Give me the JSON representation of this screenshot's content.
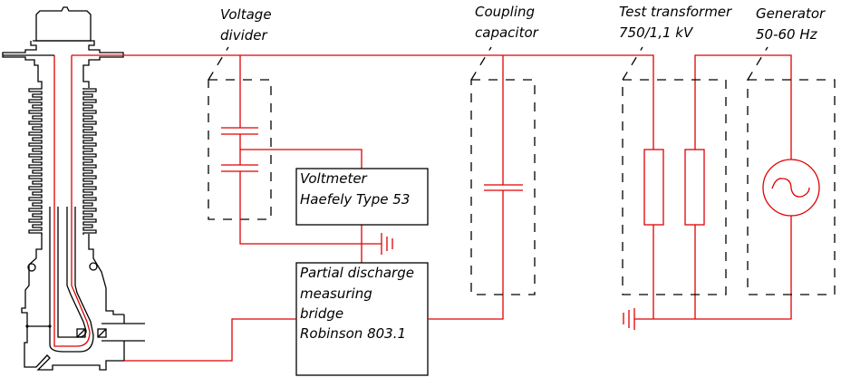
{
  "labels": {
    "voltage_divider": [
      "Voltage",
      "divider"
    ],
    "coupling_capacitor": [
      "Coupling",
      "capacitor"
    ],
    "test_transformer": [
      "Test transformer",
      "750/1,1 kV"
    ],
    "generator": [
      "Generator",
      "50-60 Hz"
    ],
    "voltmeter": [
      "Voltmeter",
      "Haefely Type 53"
    ],
    "pd_bridge": [
      "Partial discharge",
      "measuring",
      "bridge",
      "Robinson 803.1"
    ]
  },
  "colors": {
    "wire": "#e00000",
    "outline": "#000000"
  },
  "icons": [
    "bushing-icon",
    "capacitor-icon",
    "ground-icon",
    "resistor-icon",
    "ac-source-icon"
  ]
}
